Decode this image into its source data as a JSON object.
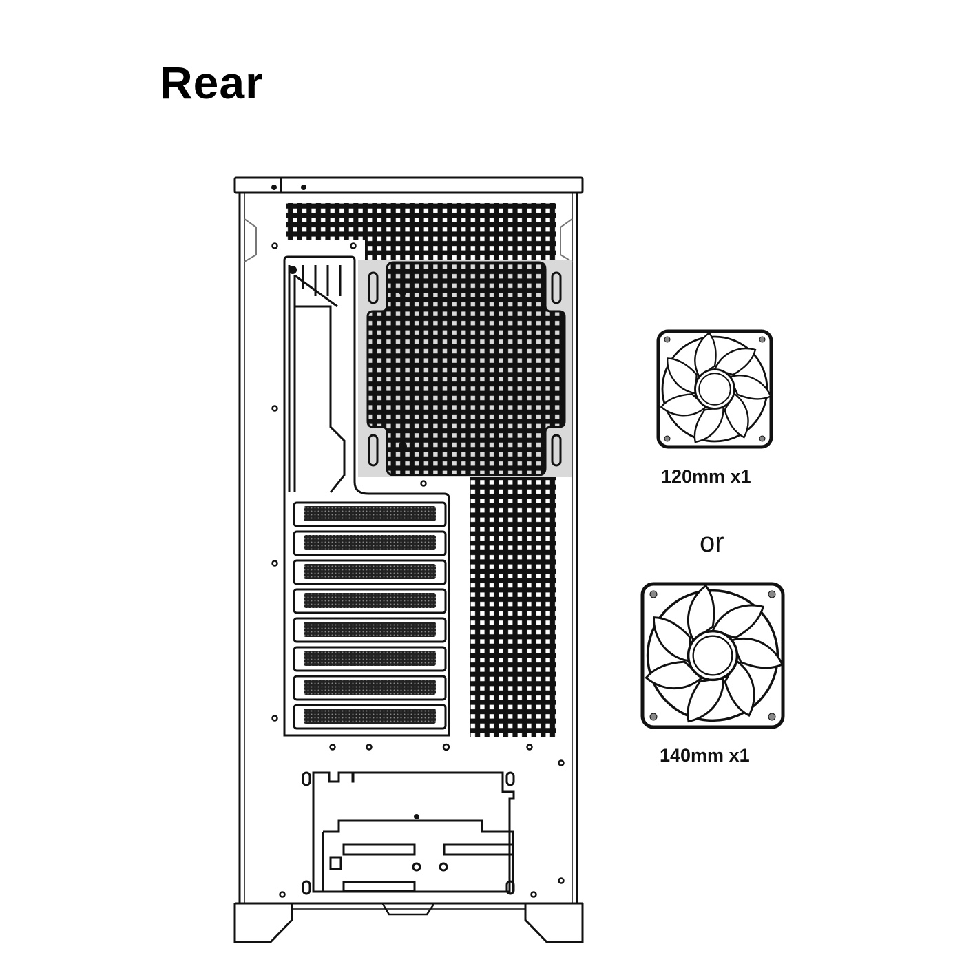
{
  "title": "Rear",
  "fan_options": [
    {
      "label": "120mm x1",
      "icon": "fan-120mm-icon"
    },
    {
      "label": "140mm x1",
      "icon": "fan-140mm-icon"
    }
  ],
  "separator": "or",
  "colors": {
    "line": "#111111",
    "highlight": "#d9d9d9"
  },
  "pcie_slot_count": 8
}
